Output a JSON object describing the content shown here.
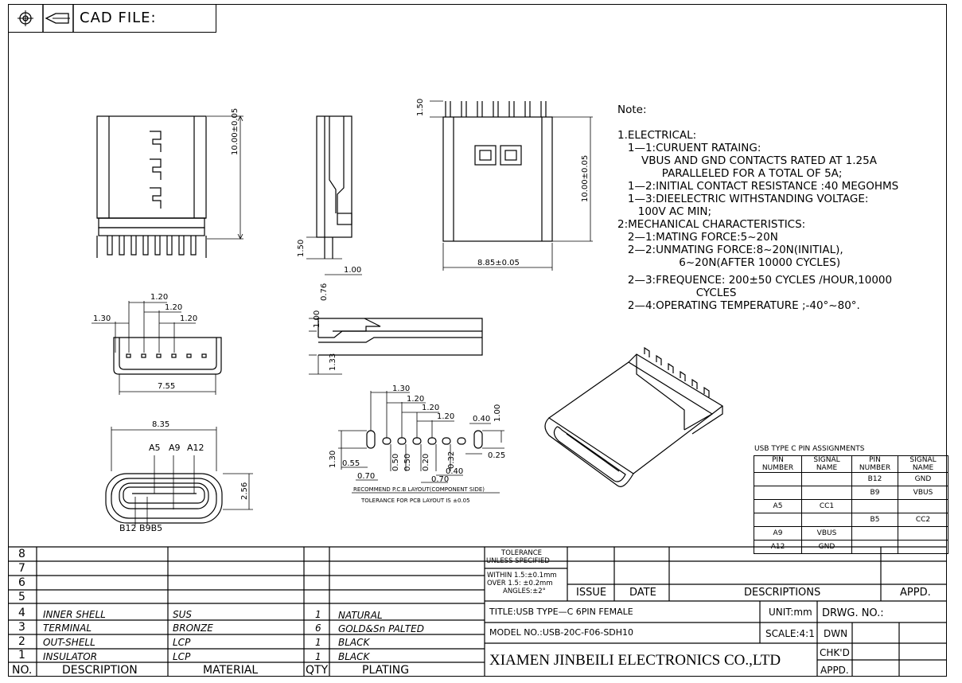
{
  "header": {
    "cad_label": "CAD FILE:"
  },
  "dims": {
    "front_height": "10.00±0.05",
    "side_top": "1.50",
    "side_bottom": "1.50",
    "side_width": "1.00",
    "back_height": "10.00±0.05",
    "back_width": "8.85±0.05",
    "pitch1": "1.20",
    "pitch2": "1.20",
    "pitch3": "1.20",
    "pin_offset": "1.30",
    "pin_span": "7.55",
    "side2_a": "0.76",
    "side2_b": "1.00",
    "side2_c": "1.33",
    "face_width": "8.35",
    "face_height": "2.56",
    "face_a5": "A5",
    "face_a9": "A9",
    "face_a12": "A12",
    "face_bottom": "B12 B9B5",
    "pcb_130": "1.30",
    "pcb_120a": "1.20",
    "pcb_120b": "1.20",
    "pcb_120c": "1.20",
    "pcb_040": "0.40",
    "pcb_100": "1.00",
    "pcb_025": "0.25",
    "pcb_130v": "1.30",
    "pcb_055": "0.55",
    "pcb_070a": "0.70",
    "pcb_050a": "0.50",
    "pcb_050b": "0.50",
    "pcb_020": "0.20",
    "pcb_032": "0.32",
    "pcb_040b": "0.40",
    "pcb_070b": "0.70",
    "pcb_caption1": "RECOMMEND P.C.B LAYOUT(COMPONENT SIDE)",
    "pcb_caption2": "TOLERANCE FOR PCB LAYOUT IS ±0.05"
  },
  "notes": [
    "Note:",
    "",
    "1.ELECTRICAL:",
    "   1—1:CURUENT RATAING:",
    "       VBUS AND GND CONTACTS RATED AT 1.25A",
    "             PARALLELED FOR A TOTAL OF 5A;",
    "   1—2:INITIAL CONTACT RESISTANCE :40 MEGOHMS",
    "   1—3:DIEELECTRIC WITHSTANDING VOLTAGE:",
    "      100V AC MIN;",
    "2:MECHANICAL CHARACTERISTICS:",
    "   2—1:MATING FORCE:5~20N",
    "   2—2:UNMATING FORCE:8~20N(INITIAL),",
    "                  6~20N(AFTER 10000 CYCLES)",
    "   2—3:FREQUENCE: 200±50 CYCLES /HOUR,10000",
    "                       CYCLES",
    "   2—4:OPERATING TEMPERATURE ;-40°~80°."
  ],
  "pin_table": {
    "caption": "USB TYPE C PIN ASSIGNMENTS",
    "headers": [
      "PIN NUMBER",
      "SIGNAL NAME",
      "PIN NUMBER",
      "SIGNAL NAME"
    ],
    "rows": [
      [
        "",
        "",
        "B12",
        "GND"
      ],
      [
        "",
        "",
        "B9",
        "VBUS"
      ],
      [
        "A5",
        "CC1",
        "",
        ""
      ],
      [
        "",
        "",
        "B5",
        "CC2"
      ],
      [
        "A9",
        "VBUS",
        "",
        ""
      ],
      [
        "A12",
        "GND",
        "",
        ""
      ]
    ]
  },
  "bom": {
    "row_numbers": [
      "8",
      "7",
      "6",
      "5",
      "4",
      "3",
      "2",
      "1"
    ],
    "items": [
      {
        "no": "4",
        "description": "INNER SHELL",
        "material": "SUS",
        "qty": "1",
        "plating": "NATURAL"
      },
      {
        "no": "3",
        "description": "TERMINAL",
        "material": "BRONZE",
        "qty": "6",
        "plating": "GOLD&Sn PALTED"
      },
      {
        "no": "2",
        "description": "OUT-SHELL",
        "material": "LCP",
        "qty": "1",
        "plating": "BLACK"
      },
      {
        "no": "1",
        "description": "INSULATOR",
        "material": "LCP",
        "qty": "1",
        "plating": "BLACK"
      }
    ],
    "headers": {
      "no": "NO.",
      "description": "DESCRIPTION",
      "material": "MATERIAL",
      "qty": "QTY",
      "plating": "PLATING"
    }
  },
  "title_block": {
    "tol1": "TOLERANCE",
    "tol2": "UNLESS SPECIFIED",
    "tol3": "WITHIN 1.5:±0.1mm",
    "tol4": "OVER 1.5: ±0.2mm",
    "tol5": "ANGLES:±2°",
    "issue": "ISSUE",
    "date": "DATE",
    "descriptions": "DESCRIPTIONS",
    "appd": "APPD.",
    "title": "TITLE:USB TYPE—C 6PIN FEMALE",
    "unit": "UNIT:mm",
    "drwg_no": "DRWG. NO.:",
    "model": "MODEL NO.:USB-20C-F06-SDH10",
    "scale": "SCALE:4:1",
    "dwn": "DWN",
    "company": "XIAMEN JINBEILI ELECTRONICS CO.,LTD",
    "chkd": "CHK'D",
    "appd2": "APPD."
  }
}
